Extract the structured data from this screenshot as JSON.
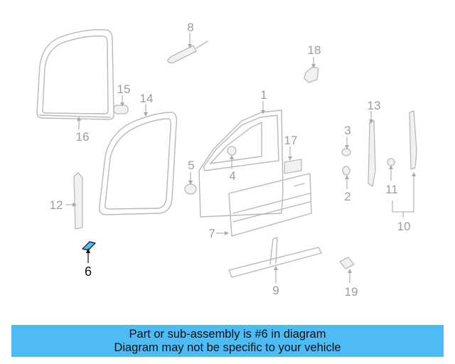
{
  "diagram": {
    "callouts": [
      {
        "id": "1",
        "label": "1"
      },
      {
        "id": "2",
        "label": "2"
      },
      {
        "id": "3",
        "label": "3"
      },
      {
        "id": "4",
        "label": "4"
      },
      {
        "id": "5",
        "label": "5"
      },
      {
        "id": "6",
        "label": "6"
      },
      {
        "id": "7",
        "label": "7"
      },
      {
        "id": "8",
        "label": "8"
      },
      {
        "id": "9",
        "label": "9"
      },
      {
        "id": "10",
        "label": "10"
      },
      {
        "id": "11",
        "label": "11"
      },
      {
        "id": "12",
        "label": "12"
      },
      {
        "id": "13",
        "label": "13"
      },
      {
        "id": "14",
        "label": "14"
      },
      {
        "id": "15",
        "label": "15"
      },
      {
        "id": "16",
        "label": "16"
      },
      {
        "id": "17",
        "label": "17"
      },
      {
        "id": "18",
        "label": "18"
      },
      {
        "id": "19",
        "label": "19"
      }
    ],
    "highlighted_part": "6",
    "colors": {
      "part_line": "#b9b9b9",
      "label": "#9c9c9c",
      "highlight": "#111111",
      "highlight_fill": "#4dbcf5"
    }
  },
  "banner": {
    "line1": "Part or sub-assembly is #6 in diagram",
    "line2": "Diagram may not be specific to your vehicle",
    "background": "#4dbcf5"
  }
}
